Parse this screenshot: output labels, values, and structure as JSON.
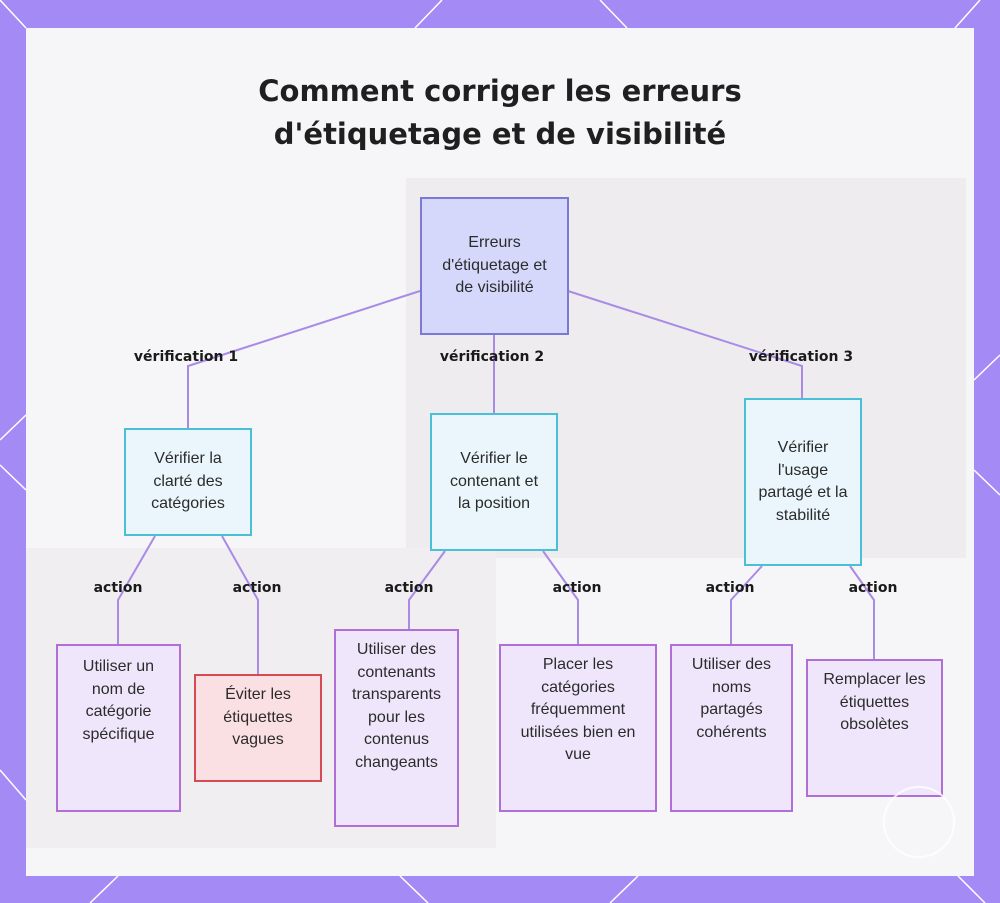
{
  "title_lines": [
    "Comment corriger les erreurs",
    "d'étiquetage et de visibilité"
  ],
  "colors": {
    "background": "#a48af5",
    "root_fill": "#d6d8fb",
    "check_fill": "#eaf6fc",
    "action_fill": "#efe6fb",
    "warn_fill": "#fbe0e3",
    "edge": "#a98be6"
  },
  "nodes": {
    "root": "Erreurs d'étiquetage et de visibilité",
    "check1": "Vérifier la clarté des catégories",
    "check2": "Vérifier le contenant et la position",
    "check3": "Vérifier l'usage partagé et la stabilité",
    "action1": "Utiliser un nom de catégorie spécifique",
    "action2": "Éviter les étiquettes vagues",
    "action3": "Utiliser des contenants transparents pour les contenus changeants",
    "action4": "Placer les catégories fréquemment utilisées bien en vue",
    "action5": "Utiliser des noms partagés cohérents",
    "action6": "Remplacer les étiquettes obsolètes"
  },
  "edge_labels": {
    "check1": "vérification 1",
    "check2": "vérification 2",
    "check3": "vérification 3",
    "action1": "action",
    "action2": "action",
    "action3": "action",
    "action4": "action",
    "action5": "action",
    "action6": "action"
  }
}
